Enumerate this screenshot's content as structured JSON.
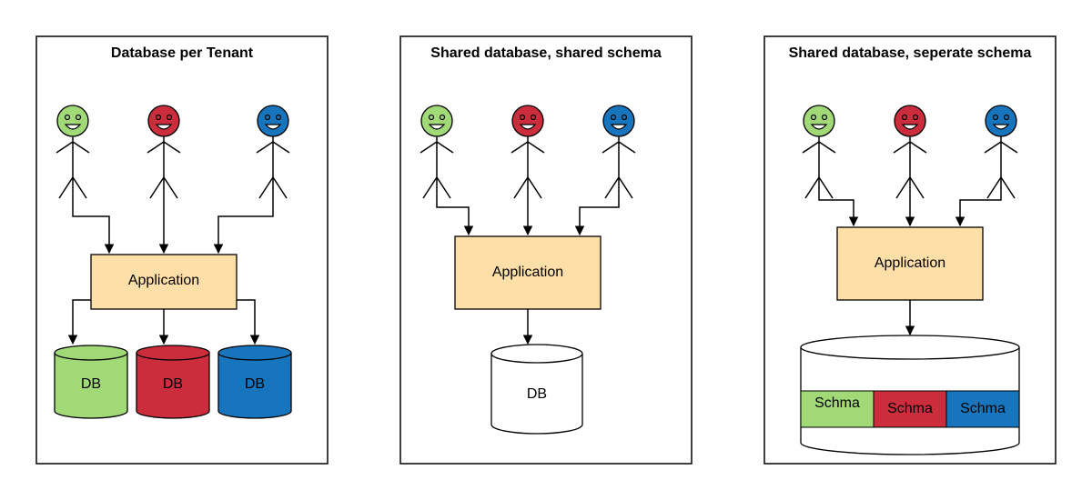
{
  "colors": {
    "green": "#a2d977",
    "red": "#cc2d3c",
    "blue": "#1675bc",
    "white": "#ffffff",
    "app_fill": "#ffdfa8"
  },
  "panels": [
    {
      "title": "Database per Tenant",
      "app_label": "Application",
      "databases": [
        {
          "label": "DB",
          "color": "green"
        },
        {
          "label": "DB",
          "color": "red"
        },
        {
          "label": "DB",
          "color": "blue"
        }
      ]
    },
    {
      "title": "Shared database, shared schema",
      "app_label": "Application",
      "databases": [
        {
          "label": "DB",
          "color": "white"
        }
      ]
    },
    {
      "title": "Shared database, seperate schema",
      "app_label": "Application",
      "schemas": [
        {
          "label": "Schma",
          "color": "green"
        },
        {
          "label": "Schma",
          "color": "red"
        },
        {
          "label": "Schma",
          "color": "blue"
        }
      ]
    }
  ],
  "user_icons": [
    "smiley-user-icon",
    "smiley-user-icon",
    "smiley-user-icon"
  ]
}
